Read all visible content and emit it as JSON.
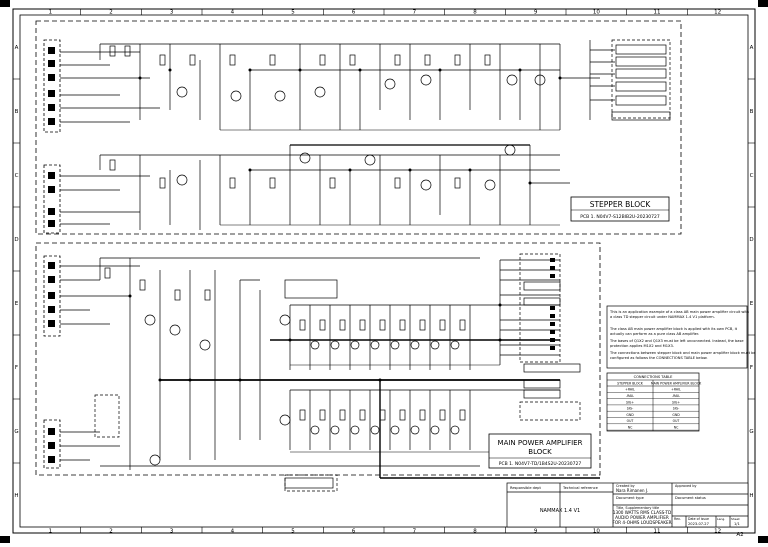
{
  "sheet": {
    "column_labels": [
      "1",
      "2",
      "3",
      "4",
      "5",
      "6",
      "7",
      "8",
      "9",
      "10",
      "11",
      "12"
    ],
    "row_labels": [
      "A",
      "B",
      "C",
      "D",
      "E",
      "F",
      "G",
      "H"
    ]
  },
  "stepper_block": {
    "title": "STEPPER BLOCK",
    "pcb": "PCB 1. N04V7-S12BIB2U-20230727"
  },
  "main_block": {
    "title_line1": "MAIN POWER AMPLIFIER",
    "title_line2": "BLOCK",
    "pcb": "PCB 1. N04V7-TD/1B4S2U-20230727"
  },
  "notes": [
    "This is an application example of a class AB main power amplifier circuit with a class TD stepper circuit under NAMMAX 1.4 V1 platform.",
    "The class AB main power amplifier block is applied with its own PCB, it actually can perform as a pure class AB amplifier.",
    "The bases of Q1X2 and Q1X3 must be left unconnected. Instead, the base protection applies M1X2 and M1X3.",
    "The connections between stepper block and main power amplifier block must be configured as follows the CONNECTIONS TABLE below."
  ],
  "connections_table": {
    "title": "CONNECTIONS TABLE",
    "headers": [
      "STEPPER BLOCK",
      "MAIN POWER AMPLIFIER BLOCK"
    ],
    "rows": [
      [
        "+RAIL",
        "+RAIL"
      ],
      [
        "-RAIL",
        "-RAIL"
      ],
      [
        "SIG+",
        "SIG+"
      ],
      [
        "SIG-",
        "SIG-"
      ],
      [
        "GND",
        "GND"
      ],
      [
        "OUT",
        "OUT"
      ],
      [
        "NC",
        "NC"
      ]
    ]
  },
  "title_block": {
    "responsible_dept_label": "Responsible dept",
    "technical_reference_label": "Technical reference",
    "created_by_label": "Created by",
    "created_by": "Nara Rimanen J.",
    "approved_by_label": "Approved by",
    "document_type_label": "Document type",
    "document_status_label": "Document status",
    "nammax": "NAMMAX 1.4 V1",
    "title_label": "Title, Supplementary title",
    "title_lines": [
      "1300 WATTS RMS CLASS-TD",
      "AUDIO POWER AMPLIFIER",
      "FOR 4-OHMS LOUDSPEAKER"
    ],
    "rev_label": "Rev.",
    "date_label": "Date of issue",
    "lang_label": "Lang.",
    "sheet_label": "Sheet",
    "date": "2023-07-27",
    "sheet": "1/1",
    "size": "A2"
  }
}
